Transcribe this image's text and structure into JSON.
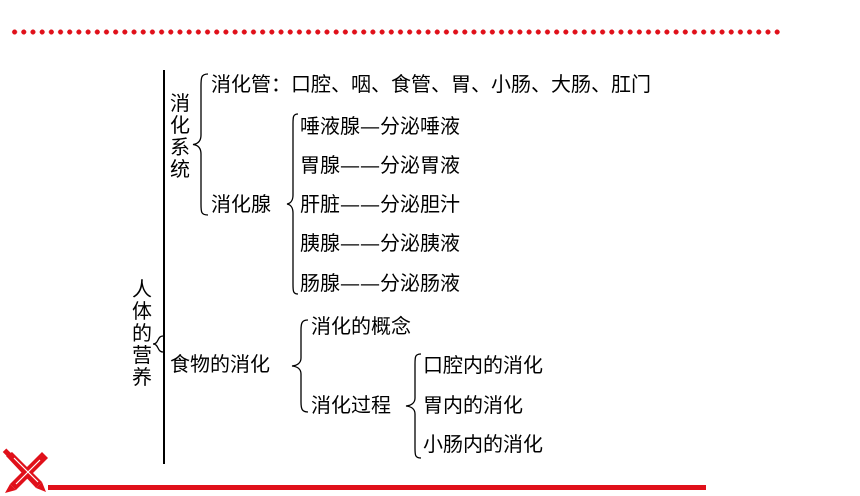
{
  "root": {
    "label": "人体的营养"
  },
  "digestive_system": {
    "label": "消化系统",
    "canal": {
      "label": "消化管",
      "separator": "：",
      "organs": "口腔、咽、食管、胃、小肠、大肠、肛门"
    },
    "glands": {
      "label": "消化腺",
      "items": [
        {
          "gland": "唾液腺",
          "dash": "—",
          "secretion": "分泌唾液"
        },
        {
          "gland": "胃腺",
          "dash": "——",
          "secretion": "分泌胃液"
        },
        {
          "gland": "肝脏",
          "dash": "——",
          "secretion": "分泌胆汁"
        },
        {
          "gland": "胰腺",
          "dash": "——",
          "secretion": "分泌胰液"
        },
        {
          "gland": "肠腺",
          "dash": "——",
          "secretion": "分泌肠液"
        }
      ]
    }
  },
  "food_digestion": {
    "label": "食物的消化",
    "concept": "消化的概念",
    "process": {
      "label": "消化过程",
      "stages": [
        "口腔内的消化",
        "胃内的消化",
        "小肠内的消化"
      ]
    }
  },
  "colors": {
    "accent_red": "#e0101a",
    "line": "#000000"
  },
  "icons": {
    "corner_logo": "red-crossed-pencils-logo"
  }
}
